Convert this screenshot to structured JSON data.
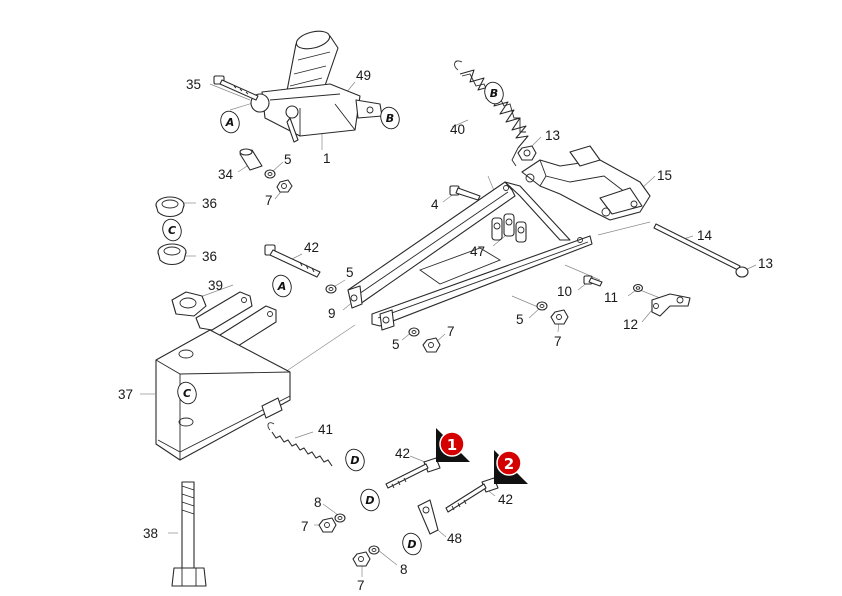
{
  "callouts": {
    "n1": "1",
    "n4": "4",
    "n5a": "5",
    "n5b": "5",
    "n5c": "5",
    "n5d": "5",
    "n7a": "7",
    "n7b": "7",
    "n7c": "7",
    "n7d": "7",
    "n7e": "7",
    "n8a": "8",
    "n8b": "8",
    "n9": "9",
    "n10": "10",
    "n11": "11",
    "n12": "12",
    "n13a": "13",
    "n13b": "13",
    "n14": "14",
    "n15": "15",
    "n34": "34",
    "n35": "35",
    "n36a": "36",
    "n36b": "36",
    "n37": "37",
    "n38": "38",
    "n39": "39",
    "n40": "40",
    "n41": "41",
    "n42a": "42",
    "n42b": "42",
    "n42c": "42",
    "n47": "47",
    "n48": "48",
    "n49": "49"
  },
  "connection_markers": {
    "a1": "A",
    "a2": "A",
    "b1": "B",
    "b2": "B",
    "c1": "C",
    "c2": "C",
    "d1": "D",
    "d2": "D",
    "d3": "D"
  },
  "steps": {
    "s1": "1",
    "s2": "2"
  },
  "colors": {
    "line": "#2a2a2a",
    "leader": "#8a8a8a",
    "step": "#d40000"
  }
}
